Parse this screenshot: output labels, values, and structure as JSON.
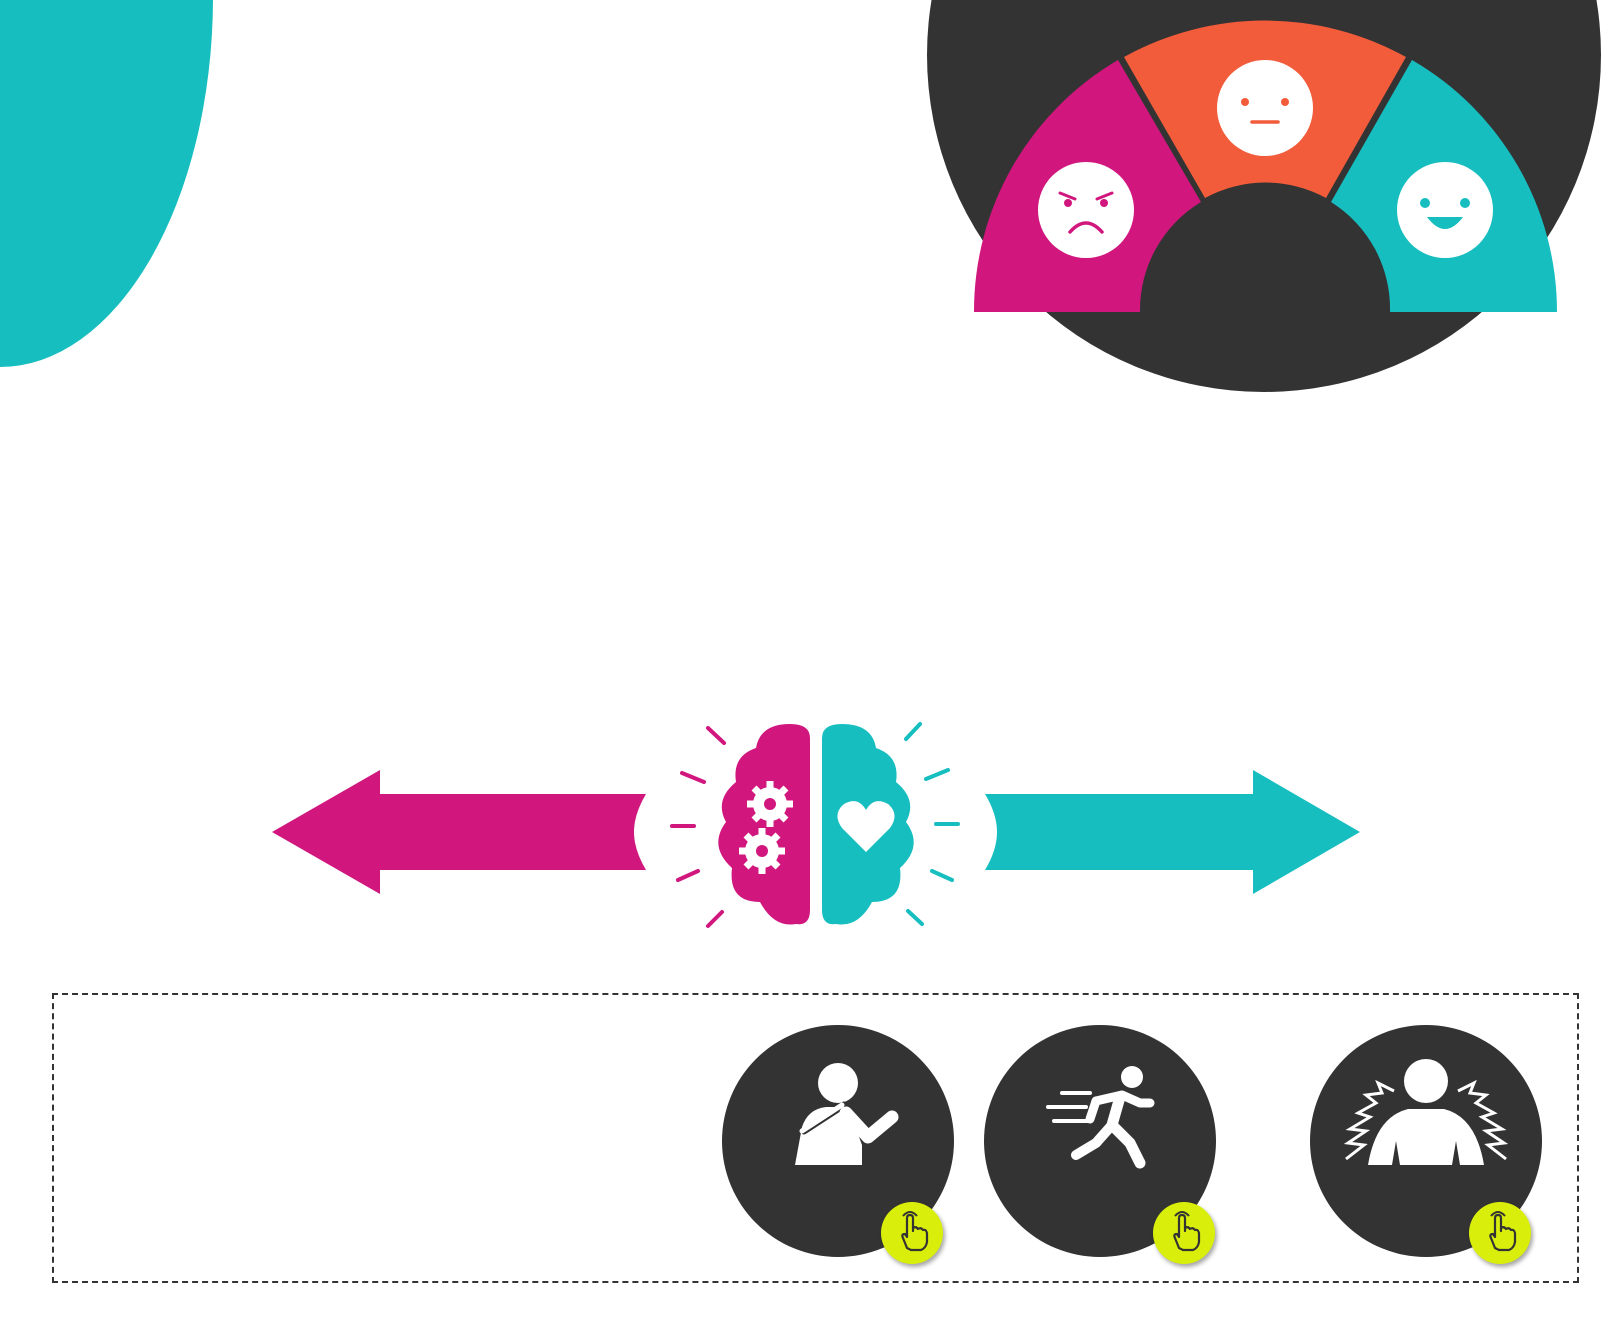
{
  "colors": {
    "teal": "#17bec0",
    "magenta": "#d1177e",
    "orange": "#f25c3b",
    "dark": "#333333",
    "white": "#ffffff",
    "badge": "#d9ee0a"
  },
  "mood_gauge": {
    "segments": [
      {
        "mood": "angry",
        "icon": "angry-face-icon",
        "color": "#d1177e"
      },
      {
        "mood": "neutral",
        "icon": "neutral-face-icon",
        "color": "#f25c3b"
      },
      {
        "mood": "happy",
        "icon": "happy-face-icon",
        "color": "#17bec0"
      }
    ]
  },
  "brain": {
    "left_half": {
      "side": "logic",
      "icon": "gears-icon",
      "color": "#d1177e"
    },
    "right_half": {
      "side": "emotion",
      "icon": "heart-icon",
      "color": "#17bec0"
    }
  },
  "responses": [
    {
      "id": "fight",
      "icon": "fight-person-icon",
      "badge_icon": "tap-hand-icon"
    },
    {
      "id": "flight",
      "icon": "running-person-icon",
      "badge_icon": "tap-hand-icon"
    },
    {
      "id": "freeze",
      "icon": "tense-person-icon",
      "badge_icon": "tap-hand-icon"
    }
  ]
}
